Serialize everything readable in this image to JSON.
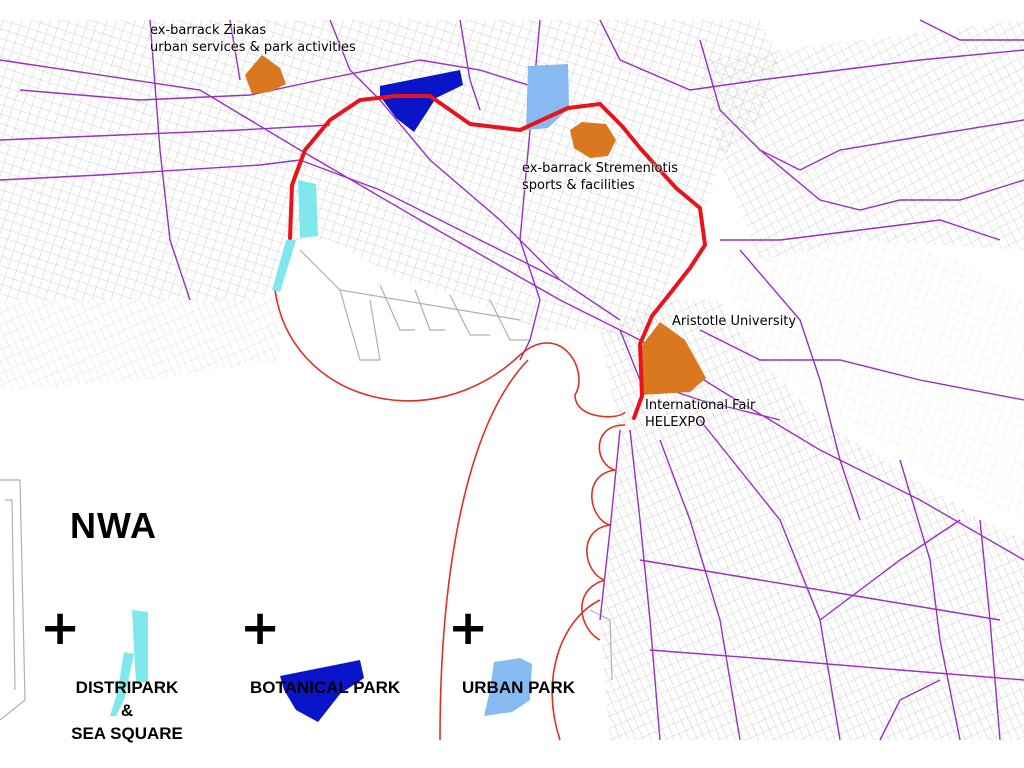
{
  "map": {
    "labels": {
      "ziakas": {
        "line1": "ex-barrack Ziakas",
        "line2": "urban services & park activities"
      },
      "stremeniotis": {
        "line1": "ex-barrack Stremeniotis",
        "line2": "sports & facilities"
      },
      "aristotle": {
        "line1": "Aristotle University"
      },
      "fair": {
        "line1": "International Fair",
        "line2": "HELEXPO"
      }
    },
    "colors": {
      "route": "#e8141c",
      "arc": "#e03020",
      "roads": "#9b2fc4",
      "streets": "#b8b8b8",
      "barrack": "#d9781e",
      "distripark": "#7fe8ec",
      "botanical": "#0a14c8",
      "urban": "#86baf0"
    }
  },
  "legend": {
    "title": "NWA",
    "plus_symbol": "+",
    "items": [
      {
        "line1": "DISTRIPARK",
        "line2": "&",
        "line3": "SEA SQUARE"
      },
      {
        "line1": "BOTANICAL PARK"
      },
      {
        "line1": "URBAN PARK"
      }
    ]
  }
}
